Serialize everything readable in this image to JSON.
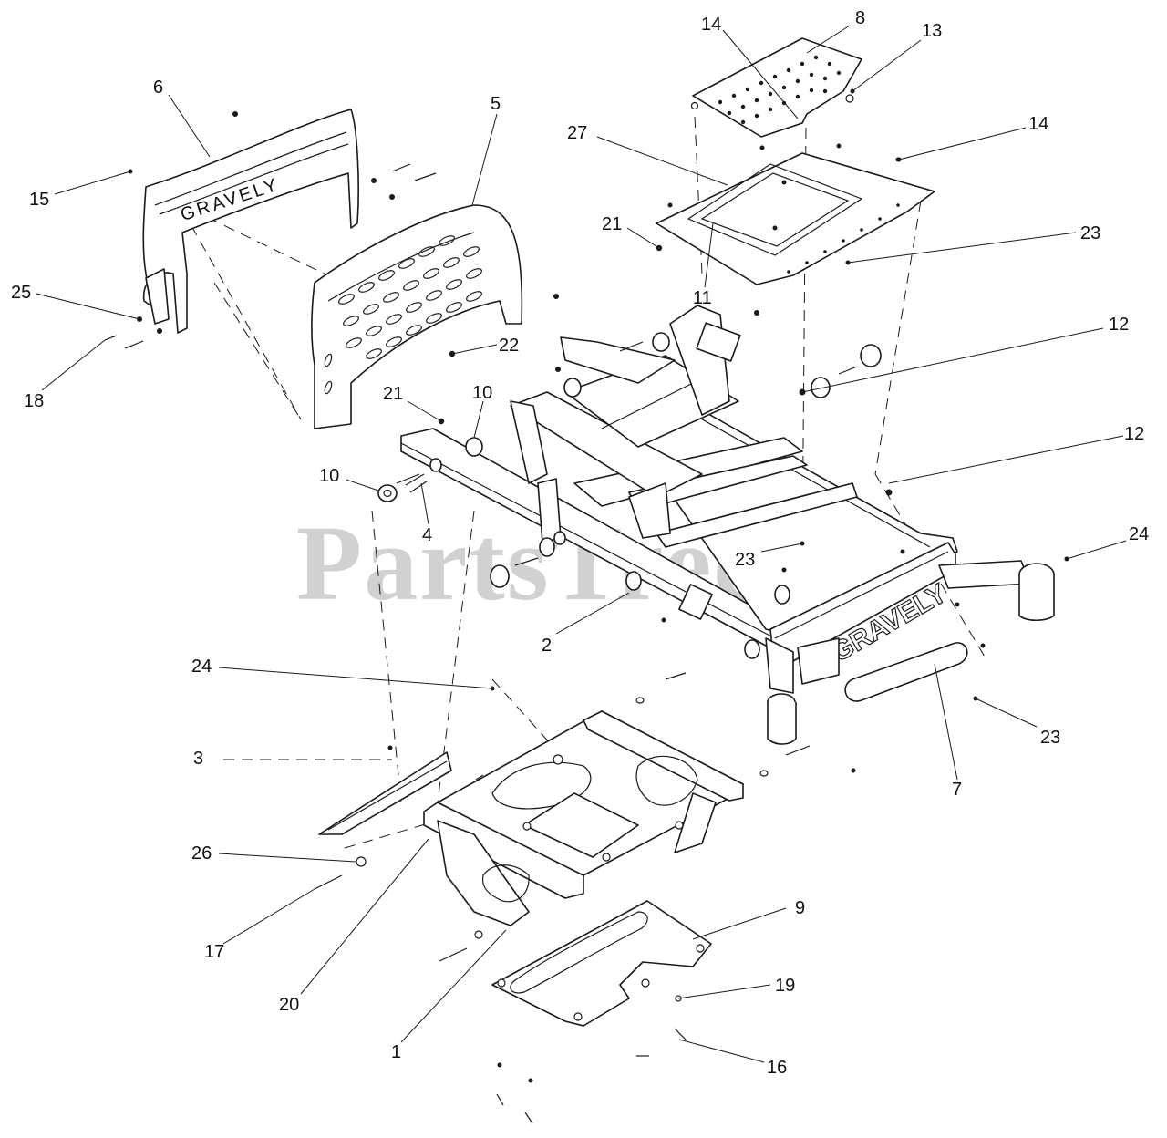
{
  "watermark": "PartsTree",
  "brand_stamp": "GRAVELY",
  "callouts": [
    "14",
    "8",
    "13",
    "6",
    "5",
    "27",
    "14",
    "15",
    "21",
    "23",
    "25",
    "11",
    "22",
    "12",
    "18",
    "21",
    "10",
    "12",
    "10",
    "4",
    "23",
    "24",
    "2",
    "24",
    "3",
    "23",
    "7",
    "26",
    "9",
    "17",
    "19",
    "20",
    "1",
    "16"
  ]
}
